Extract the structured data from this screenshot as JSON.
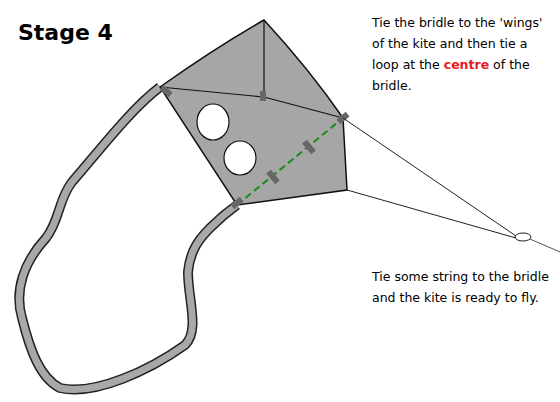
{
  "diagram": {
    "title": "Stage 4",
    "labels": [
      "Tie the bridle to the 'wings' of the kite and then tie a loop at the",
      "centre",
      "of the bridle.",
      "Tie some string to the bridle and the kite is ready to fly."
    ]
  }
}
